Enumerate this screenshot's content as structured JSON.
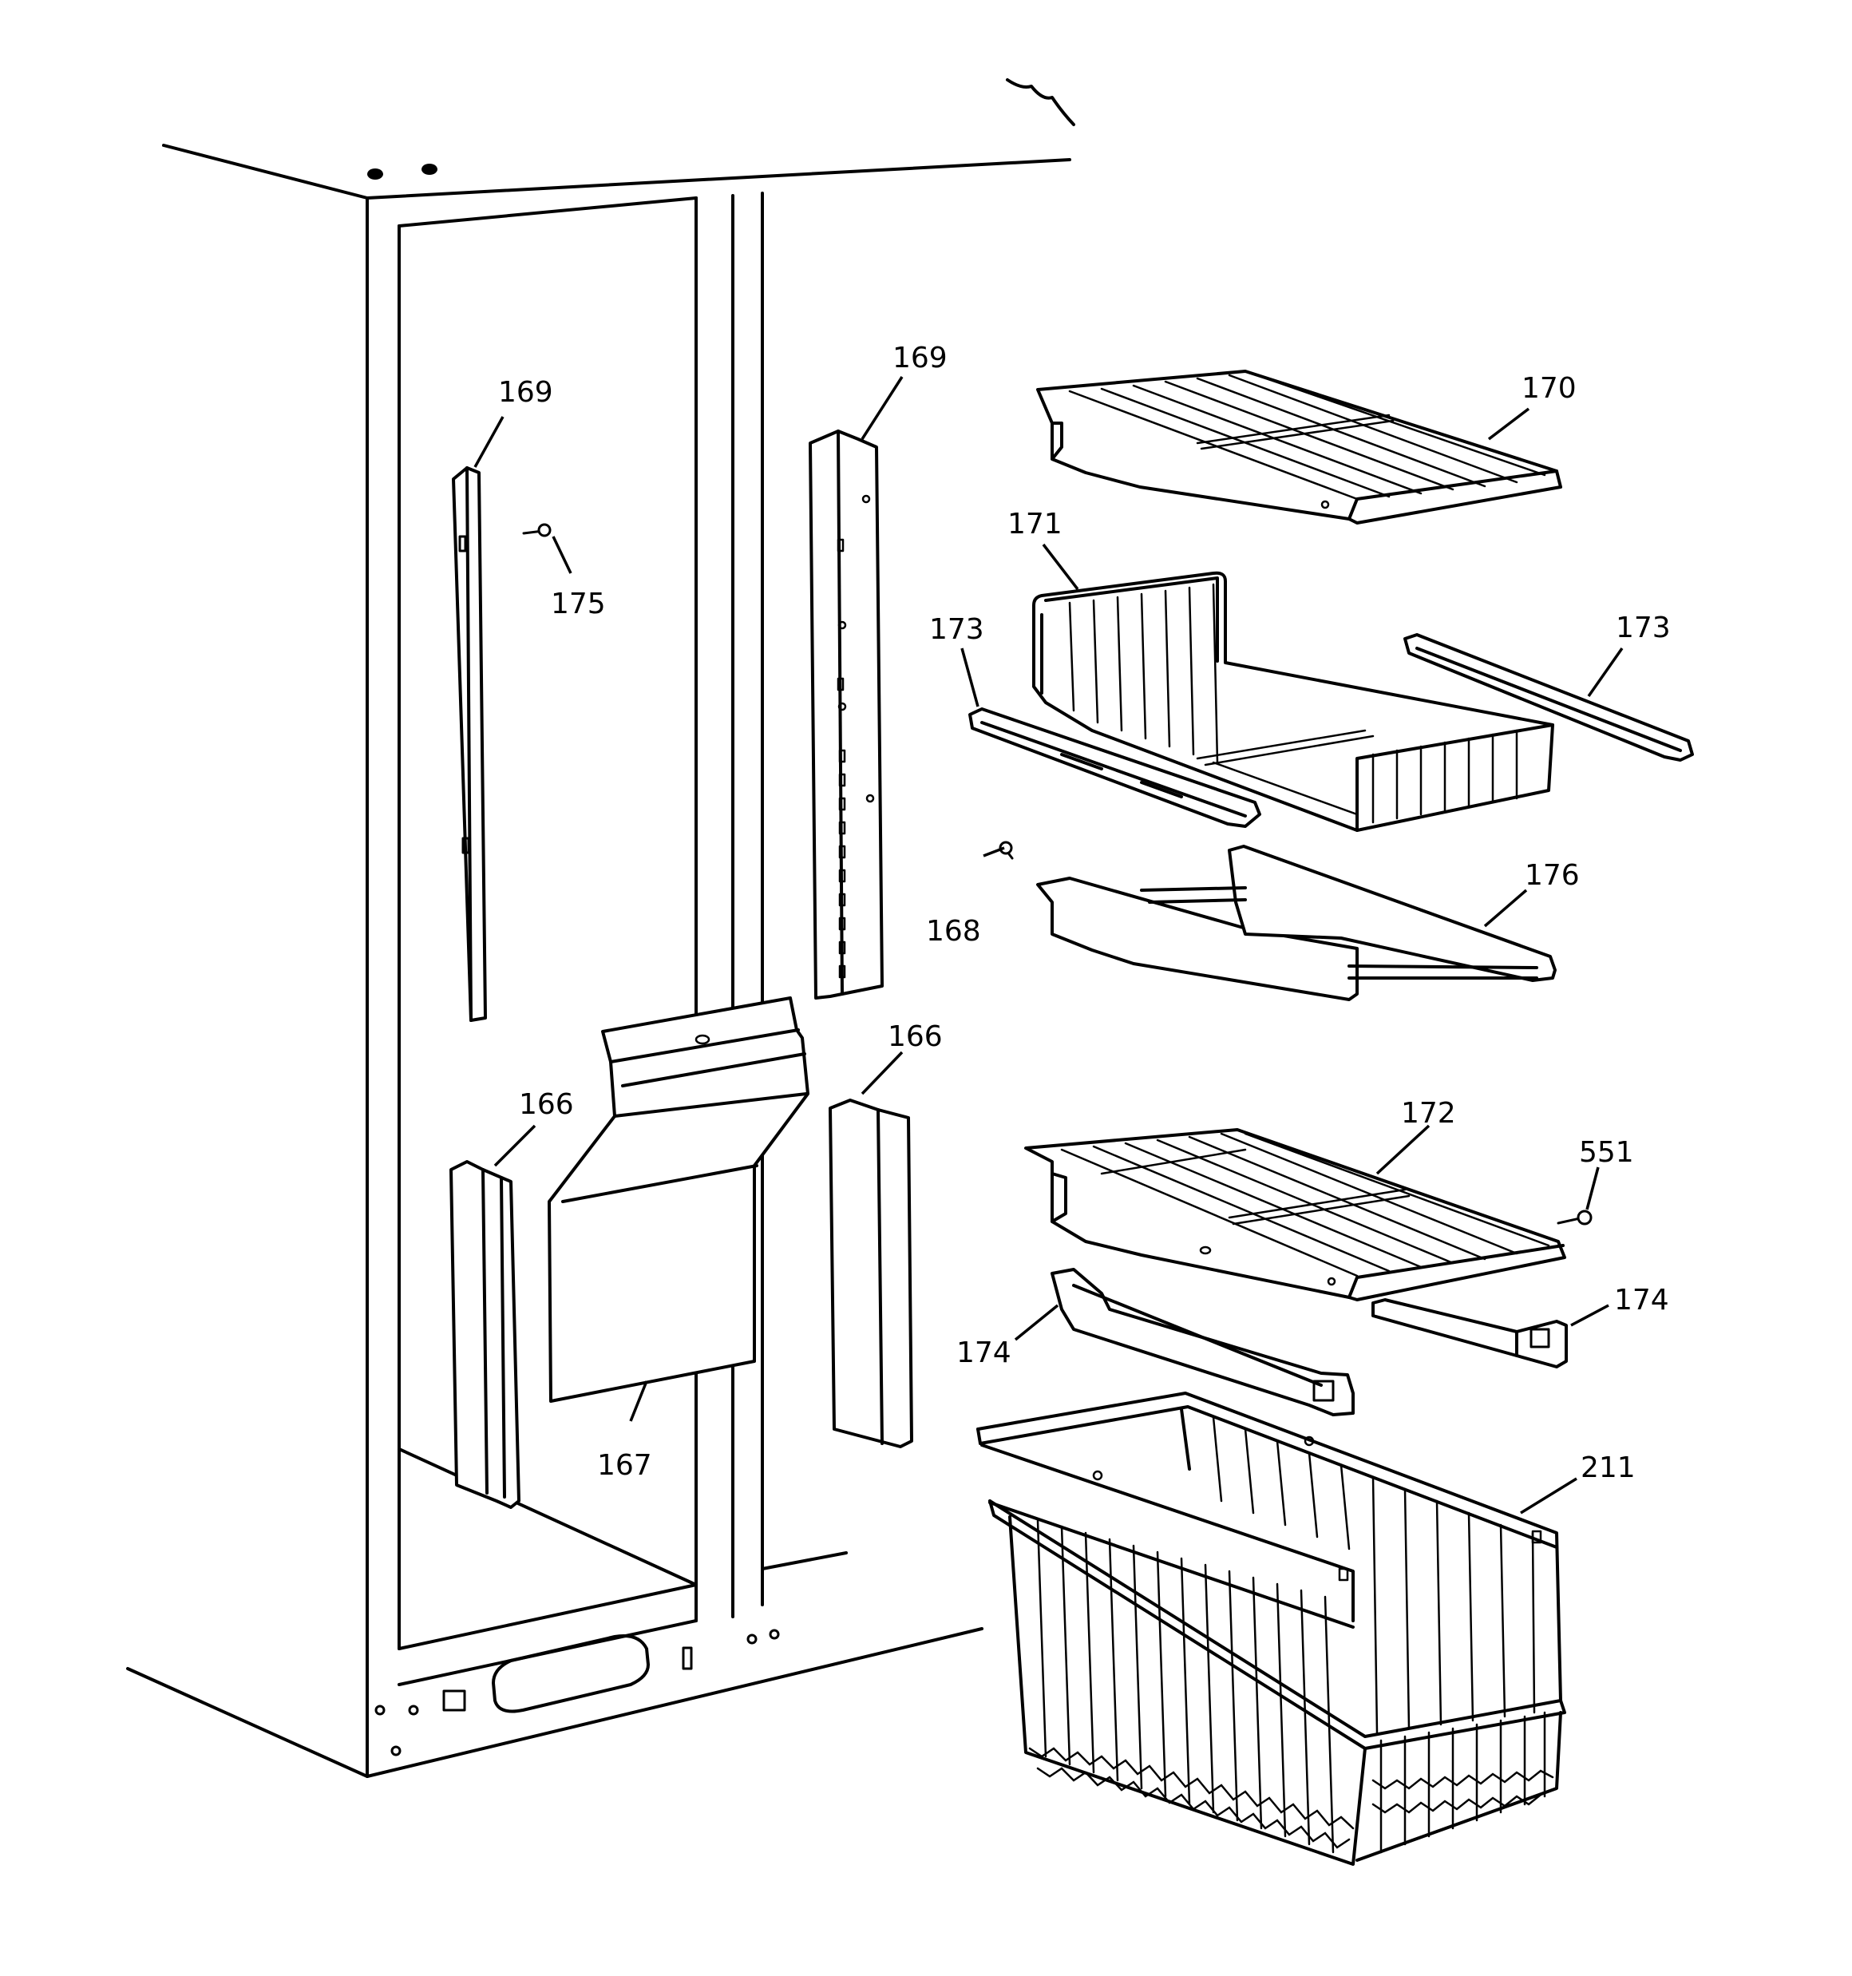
{
  "callouts": {
    "c169a": "169",
    "c169b": "169",
    "c175": "175",
    "c170": "170",
    "c171": "171",
    "c173a": "173",
    "c173b": "173",
    "c168": "168",
    "c176": "176",
    "c166a": "166",
    "c166b": "166",
    "c167": "167",
    "c172": "172",
    "c551": "551",
    "c174a": "174",
    "c174b": "174",
    "c211": "211"
  }
}
